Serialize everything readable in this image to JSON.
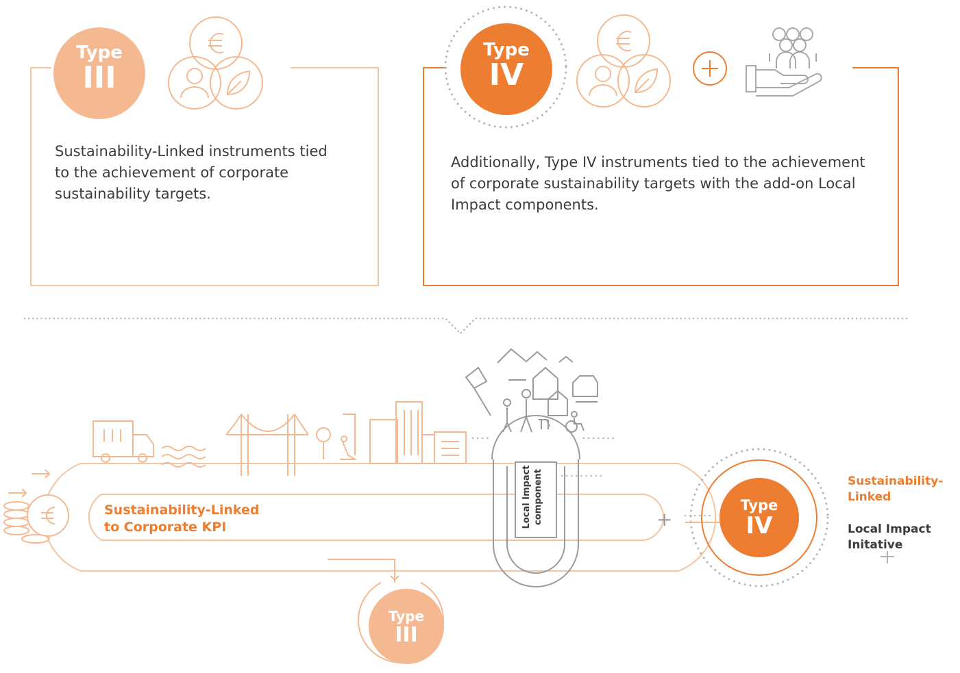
{
  "type3_card": {
    "badge_word": "Type",
    "badge_numeral": "III",
    "description": "Sustainability-Linked instruments tied to the achievement of corporate sustainability targets."
  },
  "type4_card": {
    "badge_word": "Type",
    "badge_numeral": "IV",
    "description": "Additionally, Type IV instruments tied to the achievement of corporate sustainability targets with the add-on Local Impact components."
  },
  "diagram": {
    "track_label_line1": "Sustainability-Linked",
    "track_label_line2": "to Corporate KPI",
    "loop_label_line1": "Local Impact",
    "loop_label_line2": "component",
    "plus_sign": "+",
    "type4_badge": {
      "word": "Type",
      "numeral": "IV"
    },
    "type3_badge": {
      "word": "Type",
      "numeral": "III"
    },
    "result": {
      "line1": "Sustainability-",
      "line2": "Linked",
      "plus": "+",
      "line3": "Local Impact",
      "line4": "Initative"
    }
  },
  "colors": {
    "light_orange": "#f5b991",
    "dark_orange": "#ed7d31",
    "grey": "#a0a0a0",
    "text": "#3c3c3c"
  }
}
